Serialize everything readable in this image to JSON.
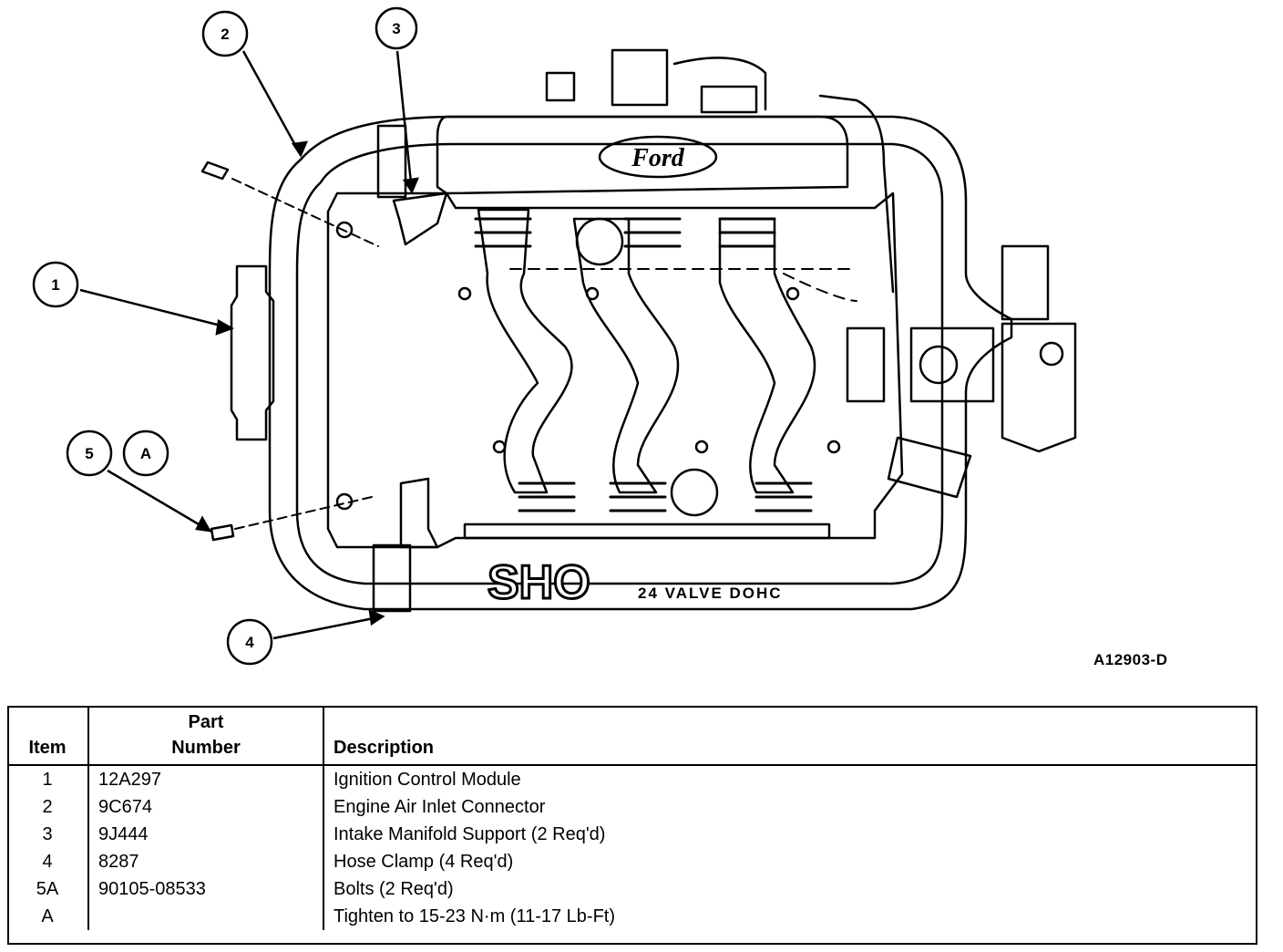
{
  "callouts": {
    "c1": "1",
    "c2": "2",
    "c3": "3",
    "c4": "4",
    "c5": "5",
    "cA": "A"
  },
  "diagram_text": {
    "logo": "Ford",
    "sho": "SHO",
    "engine_label": "24 VALVE DOHC"
  },
  "figure_id": "A12903-D",
  "table": {
    "headers": {
      "item": "Item",
      "part_line1": "Part",
      "part_line2": "Number",
      "description": "Description"
    },
    "rows": [
      {
        "item": "1",
        "part": "12A297",
        "desc": "Ignition Control Module"
      },
      {
        "item": "2",
        "part": "9C674",
        "desc": "Engine Air Inlet Connector"
      },
      {
        "item": "3",
        "part": "9J444",
        "desc": "Intake Manifold Support (2 Req'd)"
      },
      {
        "item": "4",
        "part": "8287",
        "desc": "Hose Clamp (4 Req'd)"
      },
      {
        "item": "5A",
        "part": "90105-08533",
        "desc": "Bolts (2 Req'd)"
      },
      {
        "item": "A",
        "part": "",
        "desc": "Tighten to 15-23 N·m (11-17 Lb-Ft)"
      }
    ]
  }
}
